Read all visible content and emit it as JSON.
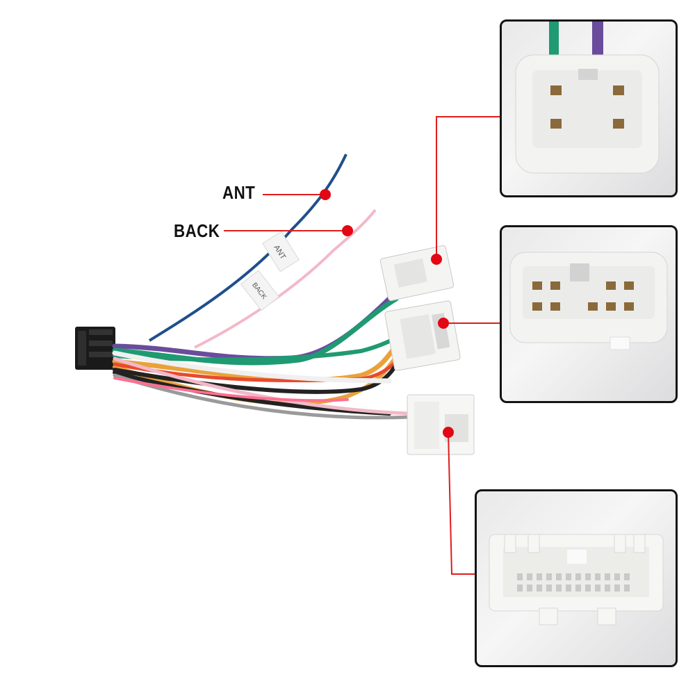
{
  "labels": {
    "ant": "ANT",
    "back": "BACK"
  },
  "tags": {
    "ant_tag": "ANT",
    "back_tag": "BACK"
  },
  "colors": {
    "callout_red": "#e01b1b",
    "dot_red": "#e30613",
    "ant_wire": "#1f4f8c",
    "back_wire": "#f2b9c8",
    "connector_white": "#f4f4f2",
    "plug_black": "#1a1a1a"
  },
  "wire_colors": [
    "#1f4f8c",
    "#f2b9c8",
    "#6a4c9c",
    "#1f9a72",
    "#e9a23b",
    "#e84a2e",
    "#222222",
    "#f0f0f0",
    "#9a9a9a",
    "#ff6f91"
  ]
}
